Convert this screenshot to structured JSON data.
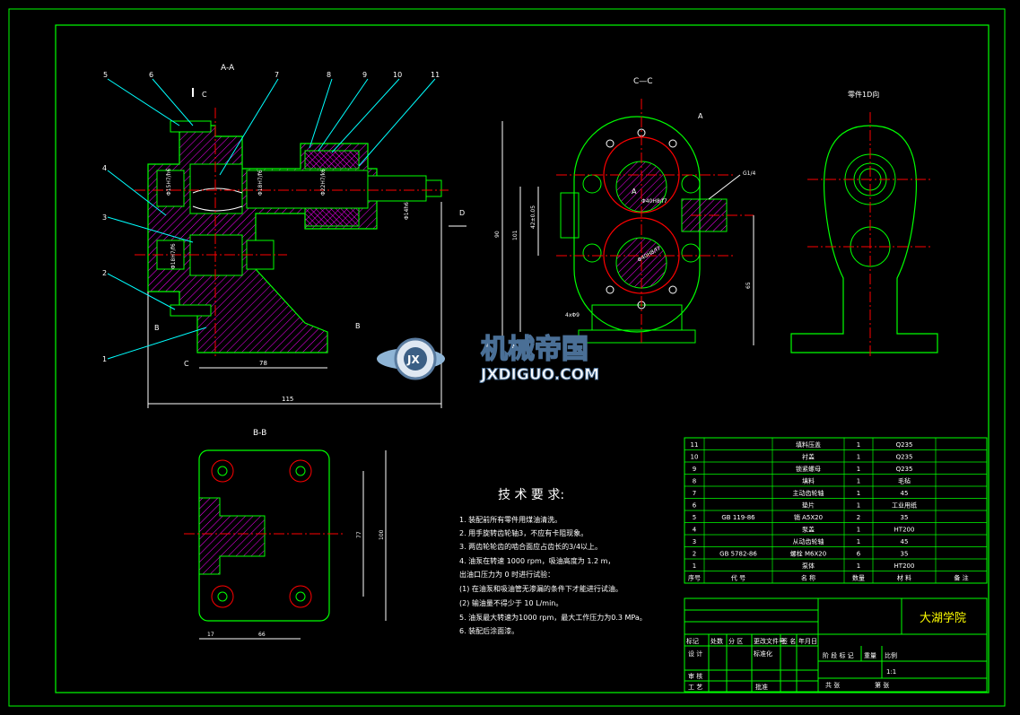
{
  "views": {
    "aa_title": "A-A",
    "cc_title": "C—C",
    "bb_title": "B-B",
    "left_view_title": "零件1D向",
    "section_marks": [
      "C",
      "C",
      "B",
      "B",
      "D",
      "A",
      "A"
    ],
    "balloons": [
      "5",
      "6",
      "7",
      "8",
      "9",
      "10",
      "11",
      "4",
      "3",
      "2",
      "1"
    ],
    "dims_aa": {
      "d1": "78",
      "d2": "115",
      "fit1": "Φ15H7/h6",
      "fit2": "Φ18H7/f6",
      "fit3": "Φ22H7/k6",
      "fit4": "Φ18H7/f6",
      "fit5": "Φ14h6"
    },
    "dims_cc": {
      "d1": "Φ40H8/f7",
      "d2": "Φ40H8/f7",
      "v1": "90",
      "v2": "101",
      "v3": "42±0.05",
      "v4": "65",
      "thread": "G1/4",
      "base": "4xΦ9"
    },
    "dims_bb": {
      "v1": "77",
      "v2": "100",
      "h1": "17",
      "h2": "66"
    }
  },
  "requirements": {
    "title": "技 术 要 求:",
    "items": [
      "1. 装配前所有零件用煤油清洗。",
      "2. 用手旋转齿轮轴3，不应有卡阻现象。",
      "3. 两齿轮轮齿的啮合面应占齿长的3/4以上。",
      "4. 油泵在转速 1000 rpm，吸油高度为 1.2 m，",
      "   出油口压力为 0 时进行试验：",
      "   (1) 在油泵和吸油管无渗漏的条件下才能进行试油。",
      "   (2) 输油量不得少于 10 L/min。",
      "5. 油泵最大转速为1000 rpm，最大工作压力为0.3 MPa。",
      "6. 装配后涂面漆。"
    ]
  },
  "bom": {
    "rows": [
      {
        "no": "11",
        "code": "",
        "name": "填料压盖",
        "qty": "1",
        "material": "Q235",
        "note": ""
      },
      {
        "no": "10",
        "code": "",
        "name": "衬盖",
        "qty": "1",
        "material": "Q235",
        "note": ""
      },
      {
        "no": "9",
        "code": "",
        "name": "锁紧螺母",
        "qty": "1",
        "material": "Q235",
        "note": ""
      },
      {
        "no": "8",
        "code": "",
        "name": "填料",
        "qty": "1",
        "material": "毛毡",
        "note": ""
      },
      {
        "no": "7",
        "code": "",
        "name": "主动齿轮轴",
        "qty": "1",
        "material": "45",
        "note": ""
      },
      {
        "no": "6",
        "code": "",
        "name": "垫片",
        "qty": "1",
        "material": "工业用纸",
        "note": ""
      },
      {
        "no": "5",
        "code": "GB 119-86",
        "name": "销 A5X20",
        "qty": "2",
        "material": "35",
        "note": ""
      },
      {
        "no": "4",
        "code": "",
        "name": "泵盖",
        "qty": "1",
        "material": "HT200",
        "note": ""
      },
      {
        "no": "3",
        "code": "",
        "name": "从动齿轮轴",
        "qty": "1",
        "material": "45",
        "note": ""
      },
      {
        "no": "2",
        "code": "GB 5782-86",
        "name": "螺栓 M6X20",
        "qty": "6",
        "material": "35",
        "note": ""
      },
      {
        "no": "1",
        "code": "",
        "name": "泵体",
        "qty": "1",
        "material": "HT200",
        "note": ""
      }
    ],
    "header": {
      "no": "序号",
      "code": "代  号",
      "name": "名  称",
      "qty": "数量",
      "material": "材   料",
      "note": "备  注"
    }
  },
  "titleblock": {
    "school": "大湖学院",
    "row1": [
      "标记",
      "处数",
      "分 区",
      "更改文件号",
      "签 名",
      "年月日"
    ],
    "design": "设 计",
    "standard": "标准化",
    "stage": [
      "阶 段 标 记",
      "重量",
      "比例"
    ],
    "scale": "1:1",
    "review": "审 核",
    "process": "工 艺",
    "approve": "批准",
    "sheets": "共 张",
    "sheet": "第 张"
  },
  "watermark": {
    "cn": "机械帝国",
    "en": "JXDIGUO.COM",
    "logo": "JX"
  },
  "colors": {
    "frame": "#00ff00",
    "hatch": "#ff00ff",
    "center": "#ff0000",
    "dim": "#ffffff",
    "leader": "#00ffff",
    "text": "#ffff00"
  }
}
